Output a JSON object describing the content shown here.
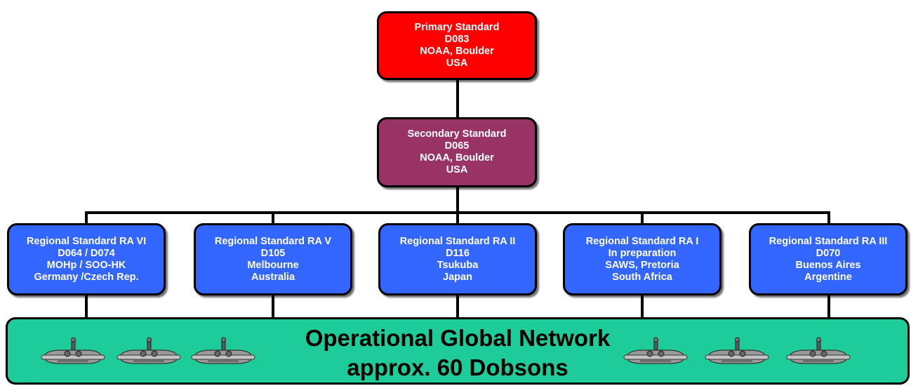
{
  "primary": {
    "title": "Primary Standard",
    "id": "D083",
    "location": "NOAA, Boulder",
    "country": "USA"
  },
  "secondary": {
    "title": "Secondary Standard",
    "id": "D065",
    "location": "NOAA, Boulder",
    "country": "USA"
  },
  "regional": [
    {
      "title": "Regional Standard RA VI",
      "id": "D064 / D074",
      "location": "MOHp / SOO-HK",
      "country": "Germany /Czech Rep."
    },
    {
      "title": "Regional Standard RA V",
      "id": "D105",
      "location": "Melbourne",
      "country": "Australia"
    },
    {
      "title": "Regional Standard RA II",
      "id": "D116",
      "location": "Tsukuba",
      "country": "Japan"
    },
    {
      "title": "Regional Standard RA I",
      "id": "In preparation",
      "location": "SAWS, Pretoria",
      "country": "South Africa"
    },
    {
      "title": "Regional Standard RA III",
      "id": "D070",
      "location": "Buenos Aires",
      "country": "Argentine"
    }
  ],
  "network": {
    "line1": "Operational Global Network",
    "line2": "approx. 60 Dobsons",
    "instrument_icon": "dobson-instrument-icon"
  },
  "colors": {
    "primary": "#ff0000",
    "secondary": "#993366",
    "regional": "#3366ff",
    "network": "#1dcc99"
  }
}
